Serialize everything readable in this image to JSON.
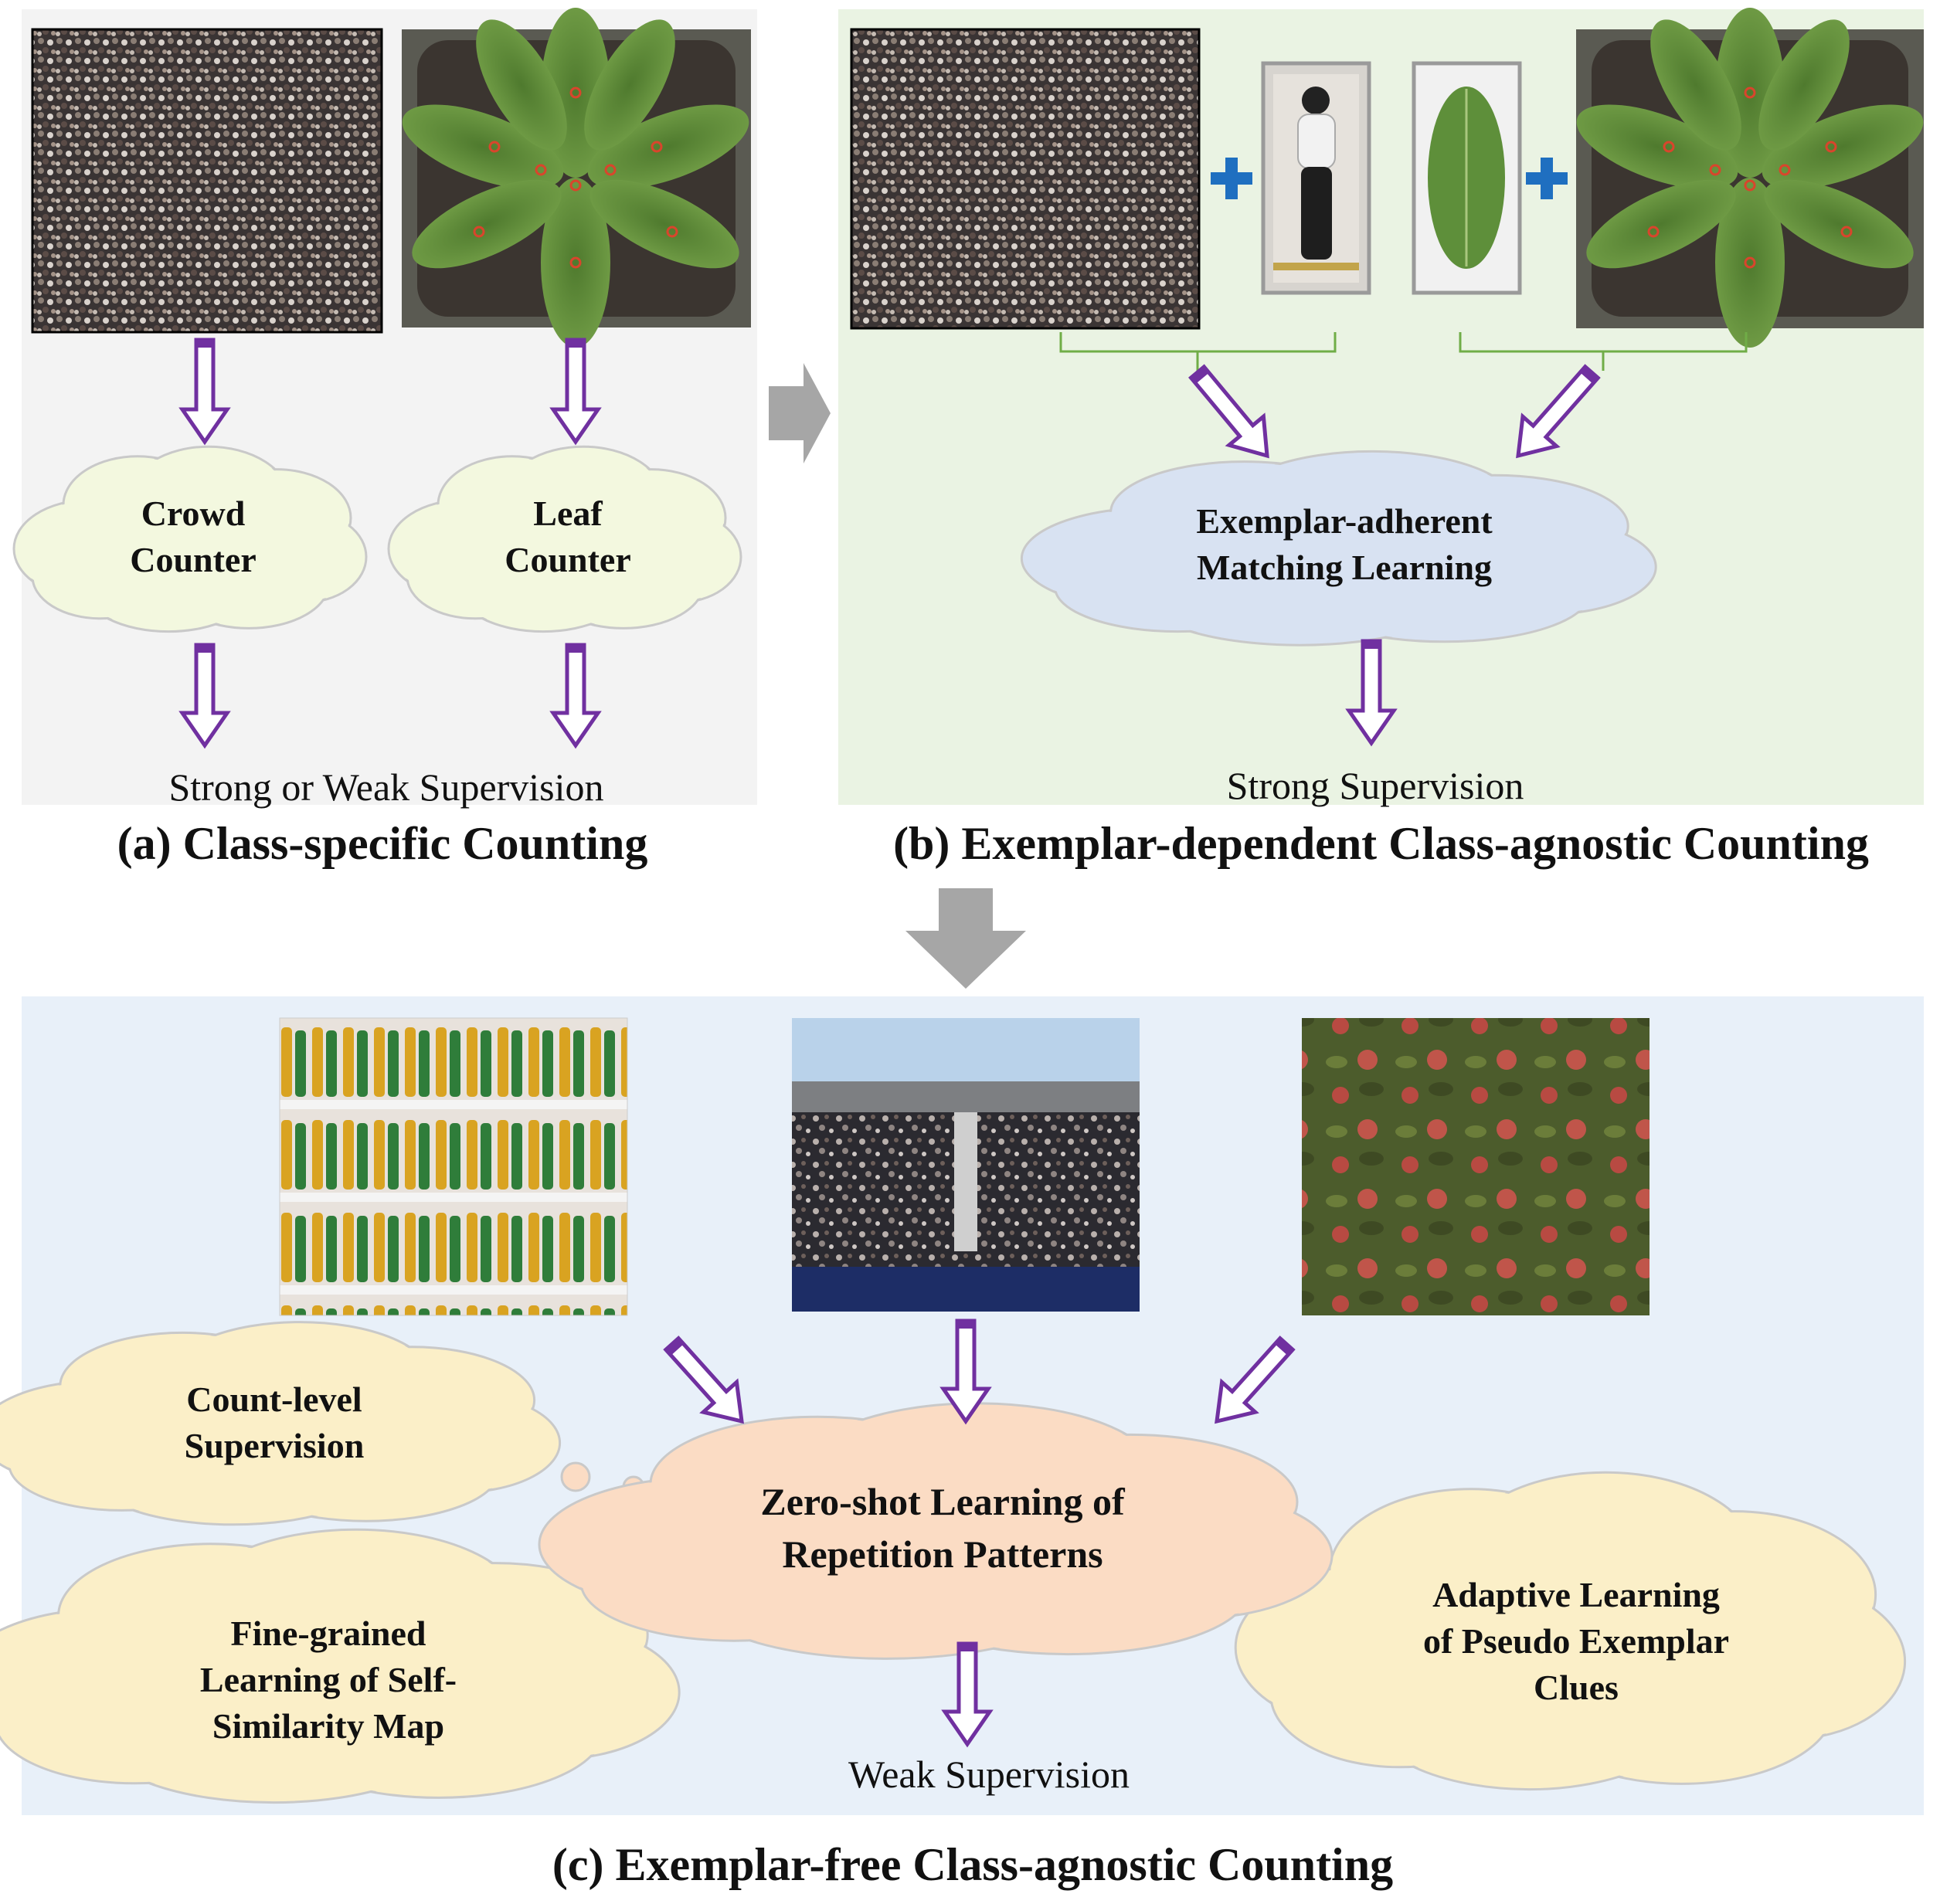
{
  "panel_a": {
    "title": "(a) Class-specific Counting",
    "counters": [
      {
        "line1": "Crowd",
        "line2": "Counter"
      },
      {
        "line1": "Leaf",
        "line2": "Counter"
      }
    ],
    "supervision": "Strong or Weak Supervision"
  },
  "panel_b": {
    "title": "(b) Exemplar-dependent Class-agnostic Counting",
    "cloud": {
      "line1": "Exemplar-adherent",
      "line2": "Matching Learning"
    },
    "supervision": "Strong Supervision"
  },
  "panel_c": {
    "title": "(c) Exemplar-free Class-agnostic Counting",
    "main_cloud": {
      "line1": "Zero-shot Learning of",
      "line2": "Repetition Patterns"
    },
    "cloud_count": {
      "line1": "Count-level",
      "line2": "Supervision"
    },
    "cloud_fine": {
      "line1": "Fine-grained",
      "line2": "Learning of Self-",
      "line3": "Similarity Map"
    },
    "cloud_adaptive": {
      "line1": "Adaptive Learning",
      "line2": "of Pseudo Exemplar",
      "line3": "Clues"
    },
    "supervision": "Weak Supervision"
  },
  "colors": {
    "panel_a_bg": "#f3f3f3",
    "panel_b_bg": "#eaf3e3",
    "panel_c_bg": "#e8f0f9",
    "arrow_purple": "#7030a0",
    "plus_blue": "#1f6fc0",
    "flow_arrow_gray": "#a6a6a6",
    "cloud_yellow_green": "#f3f8df",
    "cloud_lavender": "#d8e2f2",
    "cloud_peach": "#fbdcc4",
    "cloud_yellow": "#fbefc8",
    "bracket_green": "#70ad47"
  }
}
